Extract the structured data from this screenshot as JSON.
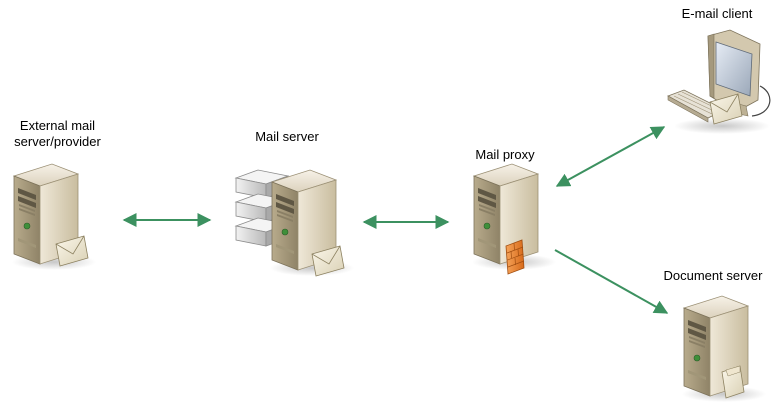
{
  "nodes": {
    "external": {
      "label_line1": "External mail",
      "label_line2": "server/provider",
      "icon": "server-with-envelope-icon"
    },
    "mailserver": {
      "label": "Mail server",
      "icon": "server-stack-with-envelope-icon"
    },
    "proxy": {
      "label": "Mail proxy",
      "icon": "server-with-firewall-icon"
    },
    "client": {
      "label": "E-mail client",
      "icon": "desktop-computer-icon"
    },
    "docserver": {
      "label": "Document server",
      "icon": "server-with-document-icon"
    }
  },
  "edges": [
    {
      "from": "external",
      "to": "mailserver",
      "direction": "both"
    },
    {
      "from": "mailserver",
      "to": "proxy",
      "direction": "both"
    },
    {
      "from": "proxy",
      "to": "client",
      "direction": "both"
    },
    {
      "from": "proxy",
      "to": "docserver",
      "direction": "forward"
    }
  ],
  "colors": {
    "arrow": "#3c9160",
    "server_body": "#d8cdb6",
    "firewall": "#e8832a"
  }
}
